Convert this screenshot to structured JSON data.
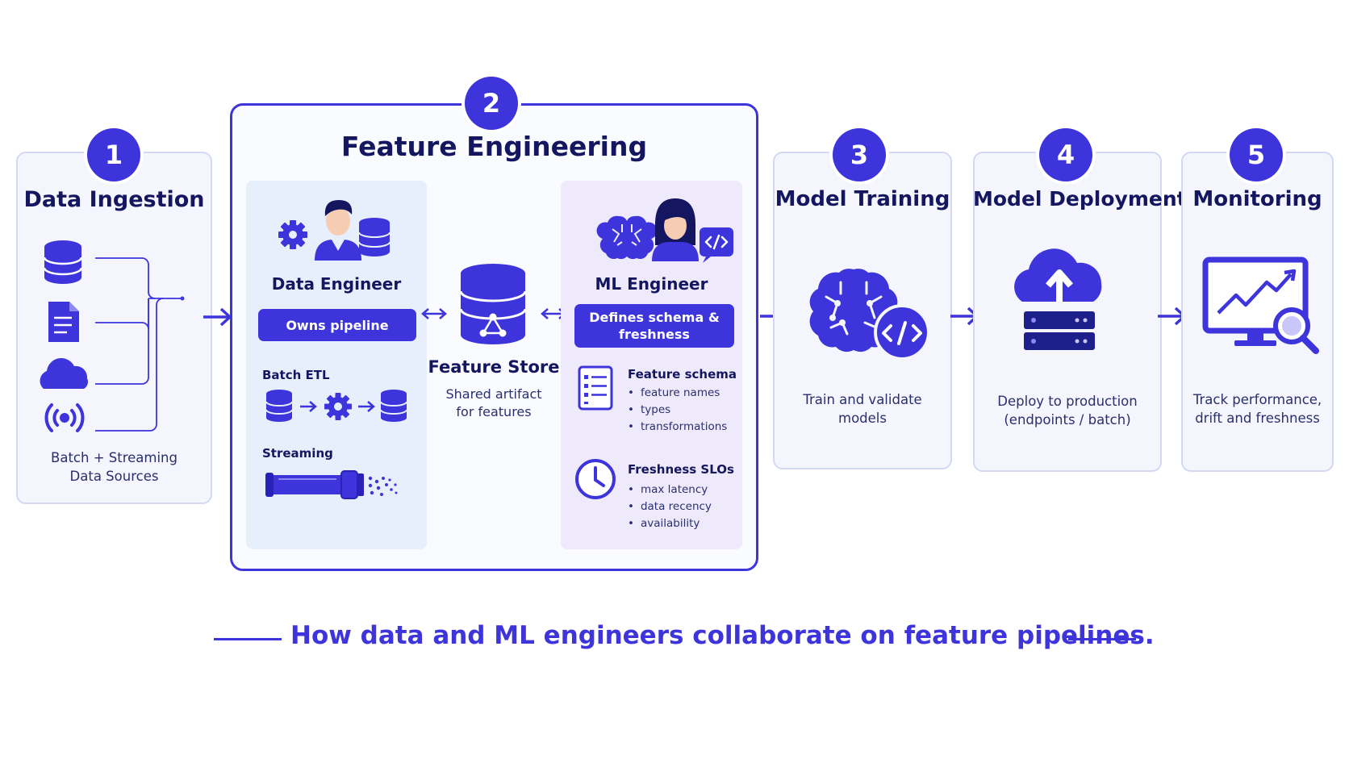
{
  "stages": {
    "ingestion": {
      "number": "1",
      "title": "Data Ingestion",
      "caption_line1": "Batch + Streaming",
      "caption_line2": "Data Sources"
    },
    "feature_engineering": {
      "number": "2",
      "title": "Feature Engineering",
      "data_engineer": {
        "role": "Data Engineer",
        "pill": "Owns pipeline",
        "batch_label": "Batch ETL",
        "streaming_label": "Streaming"
      },
      "feature_store": {
        "title": "Feature Store",
        "caption_line1": "Shared artifact",
        "caption_line2": "for features"
      },
      "ml_engineer": {
        "role": "ML Engineer",
        "pill_line1": "Defines schema &",
        "pill_line2": "freshness",
        "schema_title": "Feature schema",
        "schema_items": [
          "feature names",
          "types",
          "transformations"
        ],
        "slo_title": "Freshness SLOs",
        "slo_items": [
          "max latency",
          "data recency",
          "availability"
        ]
      }
    },
    "training": {
      "number": "3",
      "title": "Model Training",
      "caption_line1": "Train and validate",
      "caption_line2": "models"
    },
    "deployment": {
      "number": "4",
      "title": "Model Deployment",
      "caption_line1": "Deploy to production",
      "caption_line2": "(endpoints / batch)"
    },
    "monitoring": {
      "number": "5",
      "title": "Monitoring",
      "caption_line1": "Track performance,",
      "caption_line2": "drift and freshness"
    }
  },
  "footer_caption": "How data and ML engineers collaborate on feature pipelines.",
  "colors": {
    "accent": "#3d34db",
    "card_bg": "#f4f5fd",
    "card_border": "#d3d8f3",
    "panel_blue": "#e7effd",
    "panel_purple": "#eeeafb"
  },
  "icons": [
    "database-icon",
    "document-icon",
    "cloud-icon",
    "stream-signal-icon",
    "gear-icon",
    "person-icon",
    "brain-icon",
    "code-icon",
    "checklist-icon",
    "clock-icon",
    "cloud-upload-icon",
    "server-icon",
    "monitor-chart-icon",
    "magnifier-icon",
    "pipe-icon"
  ]
}
